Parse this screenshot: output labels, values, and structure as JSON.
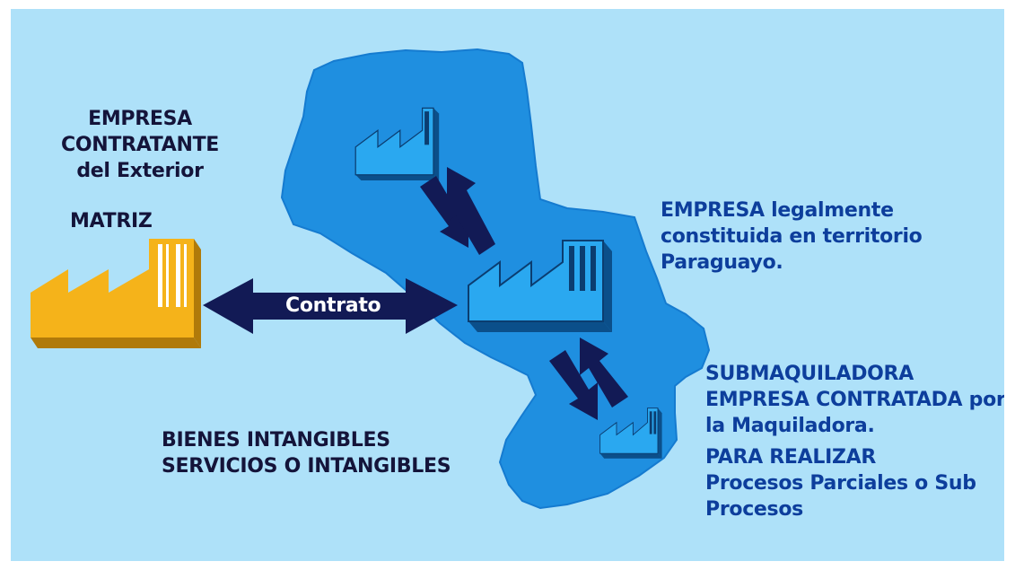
{
  "left": {
    "lines": [
      "EMPRESA",
      "CONTRATANTE",
      "del Exterior"
    ],
    "matriz": "MATRIZ"
  },
  "contract": {
    "label": "Contrato"
  },
  "right_top": {
    "lines": [
      "EMPRESA legalmente",
      "constituida en territorio",
      "Paraguayo."
    ]
  },
  "right_bottom": {
    "title": "SUBMAQUILADORA",
    "lines": [
      "EMPRESA CONTRATADA por",
      "la Maquiladora."
    ],
    "subtitle": "PARA REALIZAR",
    "detail": [
      "Procesos Parciales o Sub",
      "Procesos"
    ]
  },
  "bottom_left": {
    "lines": [
      "BIENES INTANGIBLES",
      "SERVICIOS O INTANGIBLES"
    ]
  },
  "colors": {
    "background": "#aee1f9",
    "map": "#1f8fe0",
    "factory_main": "#2aa8f0",
    "factory_orange": "#f5b31a",
    "arrow": "#121a55",
    "text_dark": "#14143a",
    "text_blue": "#0d3e9c"
  },
  "icons": [
    "factory-icon",
    "double-arrow-icon"
  ]
}
